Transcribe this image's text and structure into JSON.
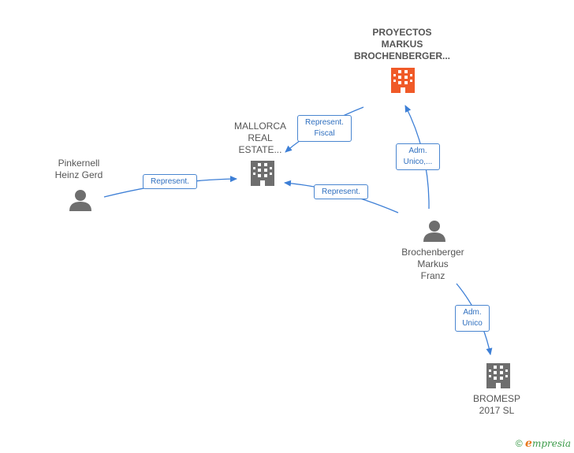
{
  "nodes": {
    "proyectos": {
      "label": "PROYECTOS\nMARKUS\nBROCHENBERGER..."
    },
    "mallorca": {
      "label": "MALLORCA\nREAL\nESTATE..."
    },
    "pinkernell": {
      "label": "Pinkernell\nHeinz Gerd"
    },
    "brochenberger": {
      "label": "Brochenberger\nMarkus\nFranz"
    },
    "bromesp": {
      "label": "BROMESP\n2017  SL"
    }
  },
  "edges": {
    "represent_fiscal": "Represent.\nFiscal",
    "adm_unico_1": "Adm.\nUnico,...",
    "represent_1": "Represent.",
    "represent_2": "Represent.",
    "adm_unico_2": "Adm.\nUnico"
  },
  "footer": {
    "copyright": "©",
    "brand_e": "e",
    "brand_rest": "mpresia"
  },
  "colors": {
    "edge": "#3d7fd6",
    "building_main": "#f05a28",
    "building": "#6e6e6e",
    "person": "#6e6e6e"
  }
}
